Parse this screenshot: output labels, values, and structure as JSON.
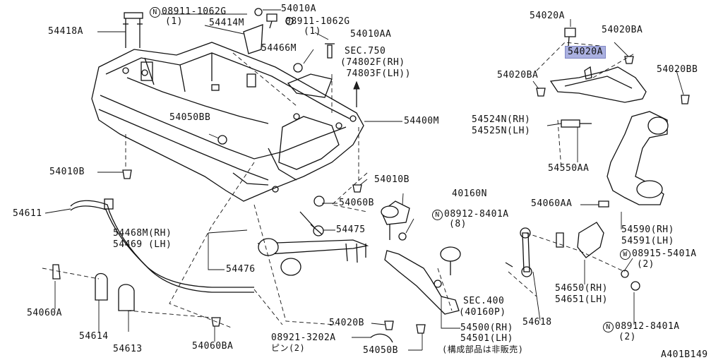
{
  "diagram": {
    "drawing_code": "A401B149",
    "callouts": {
      "c_54418A": "54418A",
      "c_08911_1062G_a": "08911-1062G",
      "c_08911_1062G_a_qty": "(1)",
      "c_54010A": "54010A",
      "c_54414M": "54414M",
      "c_08911_1062G_b": "08911-1062G",
      "c_08911_1062G_b_qty": "(1)",
      "c_54010AA": "54010AA",
      "c_54466M": "54466M",
      "c_sec750": "SEC.750",
      "c_74802F": "(74802F(RH)",
      "c_74803F": " 74803F(LH))",
      "c_54400M": "54400M",
      "c_54050BB": "54050BB",
      "c_54010B_left": "54010B",
      "c_54010B_mid": "54010B",
      "c_54060B": "54060B",
      "c_40160N": "40160N",
      "c_54611": "54611",
      "c_54468M": "54468M(RH)",
      "c_54469": "54469 (LH)",
      "c_54475": "54475",
      "c_08912_8401A_a": "08912-8401A",
      "c_08912_8401A_a_qty": "(8)",
      "c_54476": "54476",
      "c_54060A": "54060A",
      "c_54614": "54614",
      "c_54613": "54613",
      "c_54060BA": "54060BA",
      "c_54020B": "54020B",
      "c_08921_3202A": "08921-3202A",
      "c_pin": "ピン(2)",
      "c_54050B": "54050B",
      "c_sec400": "SEC.400",
      "c_40160P": "(40160P)",
      "c_54500": "54500(RH)",
      "c_54501": "54501(LH)",
      "c_not_sold": "(構成部品は非販売)",
      "c_54618": "54618",
      "c_54020A": "54020A",
      "c_54020BA_top": "54020BA",
      "c_54020A_hl": "54020A",
      "c_54020BA_left": "54020BA",
      "c_54020BB": "54020BB",
      "c_54524N": "54524N(RH)",
      "c_54525N": "54525N(LH)",
      "c_54550AA": "54550AA",
      "c_54060AA": "54060AA",
      "c_54590": "54590(RH)",
      "c_54591": "54591(LH)",
      "c_08915_5401A": "08915-5401A",
      "c_08915_5401A_qty": "(2)",
      "c_54650": "54650(RH)",
      "c_54651": "54651(LH)",
      "c_08912_8401A_b": "08912-8401A",
      "c_08912_8401A_b_qty": "(2)"
    },
    "markers": {
      "n": "N",
      "w": "W"
    },
    "highlight_color": "#aab0e0"
  }
}
